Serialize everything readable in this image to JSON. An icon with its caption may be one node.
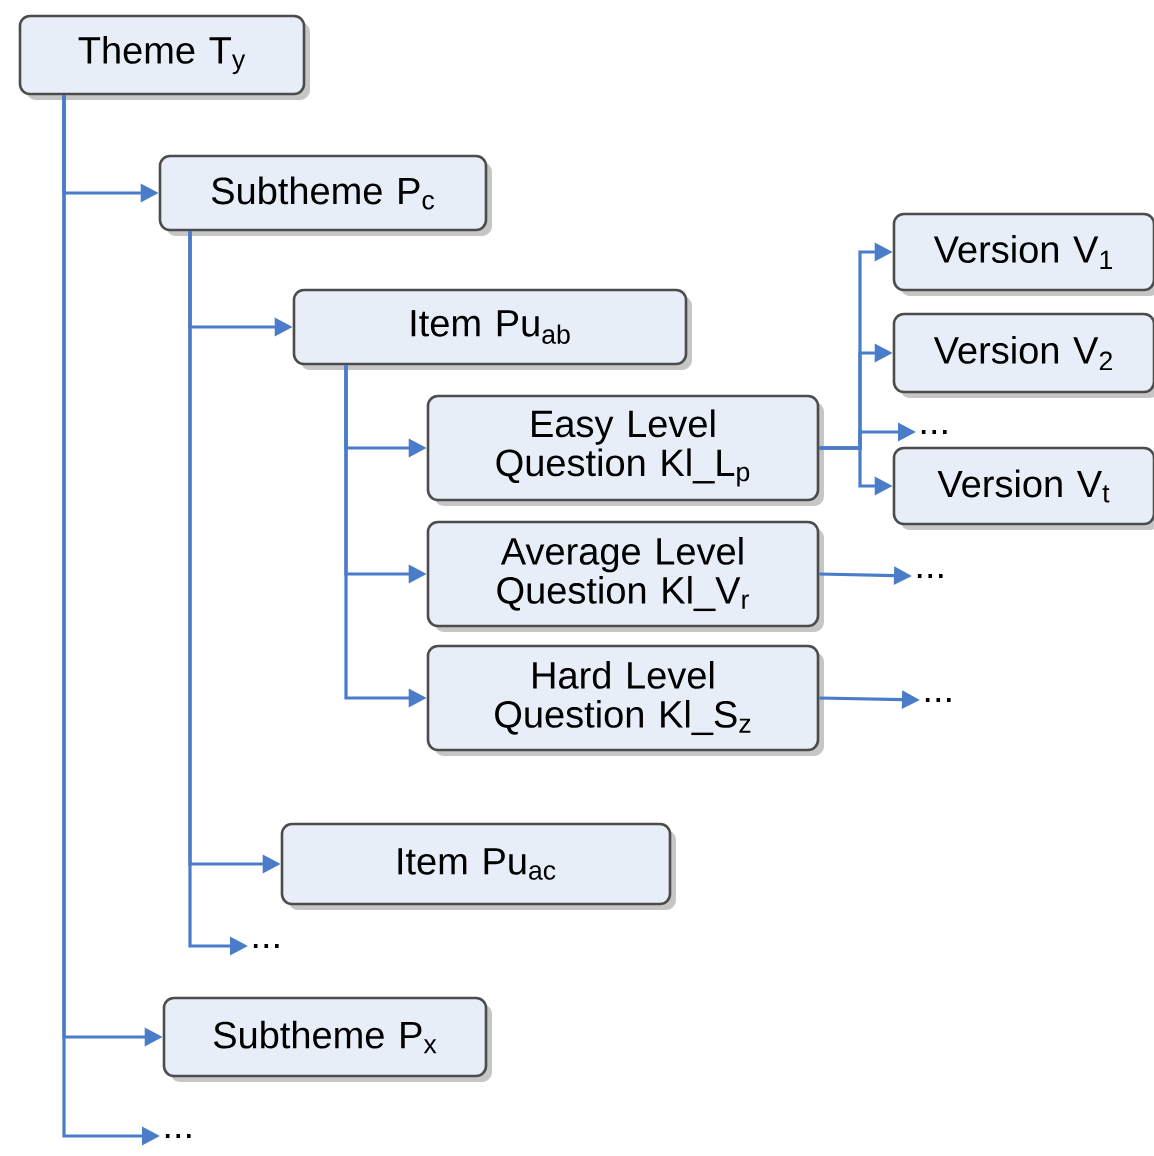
{
  "diagram": {
    "nodes": [
      {
        "text": [
          "Theme T$_{y}$"
        ]
      },
      {
        "text": [
          "Subtheme P$_{c}$"
        ]
      },
      {
        "text": [
          "Item Pu$_{ab}$"
        ]
      },
      {
        "text": [
          "Easy Level Question Kl_L$_{p}$"
        ]
      },
      {
        "text": [
          "Version V$_{1}$"
        ]
      },
      {
        "text": [
          "Version V$_{2}$"
        ]
      },
      {
        "text": [
          "..."
        ]
      },
      {
        "text": [
          "Version V$_{t}$"
        ]
      },
      {
        "text": [
          "Average Level Question Kl_V$_{r}$"
        ]
      },
      {
        "text": [
          "..."
        ]
      },
      {
        "text": [
          "Hard Level Question Kl_S$_{z}$"
        ]
      },
      {
        "text": [
          "..."
        ]
      },
      {
        "text": [
          "Item Pu$_{ac}$"
        ]
      },
      {
        "text": [
          "..."
        ]
      },
      {
        "text": [
          "Subtheme P$_{x}$"
        ]
      },
      {
        "text": [
          "..."
        ]
      }
    ],
    "edges": [
      {
        "from": 0,
        "to": 1,
        "arrow": "to"
      },
      {
        "from": 0,
        "to": 14,
        "arrow": "to"
      },
      {
        "from": 0,
        "to": 15,
        "arrow": "to"
      },
      {
        "from": 1,
        "to": 2,
        "arrow": "to"
      },
      {
        "from": 1,
        "to": 12,
        "arrow": "to"
      },
      {
        "from": 1,
        "to": 13,
        "arrow": "to"
      },
      {
        "from": 2,
        "to": 3,
        "arrow": "to"
      },
      {
        "from": 2,
        "to": 8,
        "arrow": "to"
      },
      {
        "from": 2,
        "to": 10,
        "arrow": "to"
      },
      {
        "from": 3,
        "to": 4,
        "arrow": "to"
      },
      {
        "from": 3,
        "to": 5,
        "arrow": "to"
      },
      {
        "from": 3,
        "to": 6,
        "arrow": "to"
      },
      {
        "from": 3,
        "to": 7,
        "arrow": "to"
      },
      {
        "from": 8,
        "to": 9,
        "arrow": "to"
      },
      {
        "from": 10,
        "to": 11,
        "arrow": "to"
      }
    ]
  }
}
